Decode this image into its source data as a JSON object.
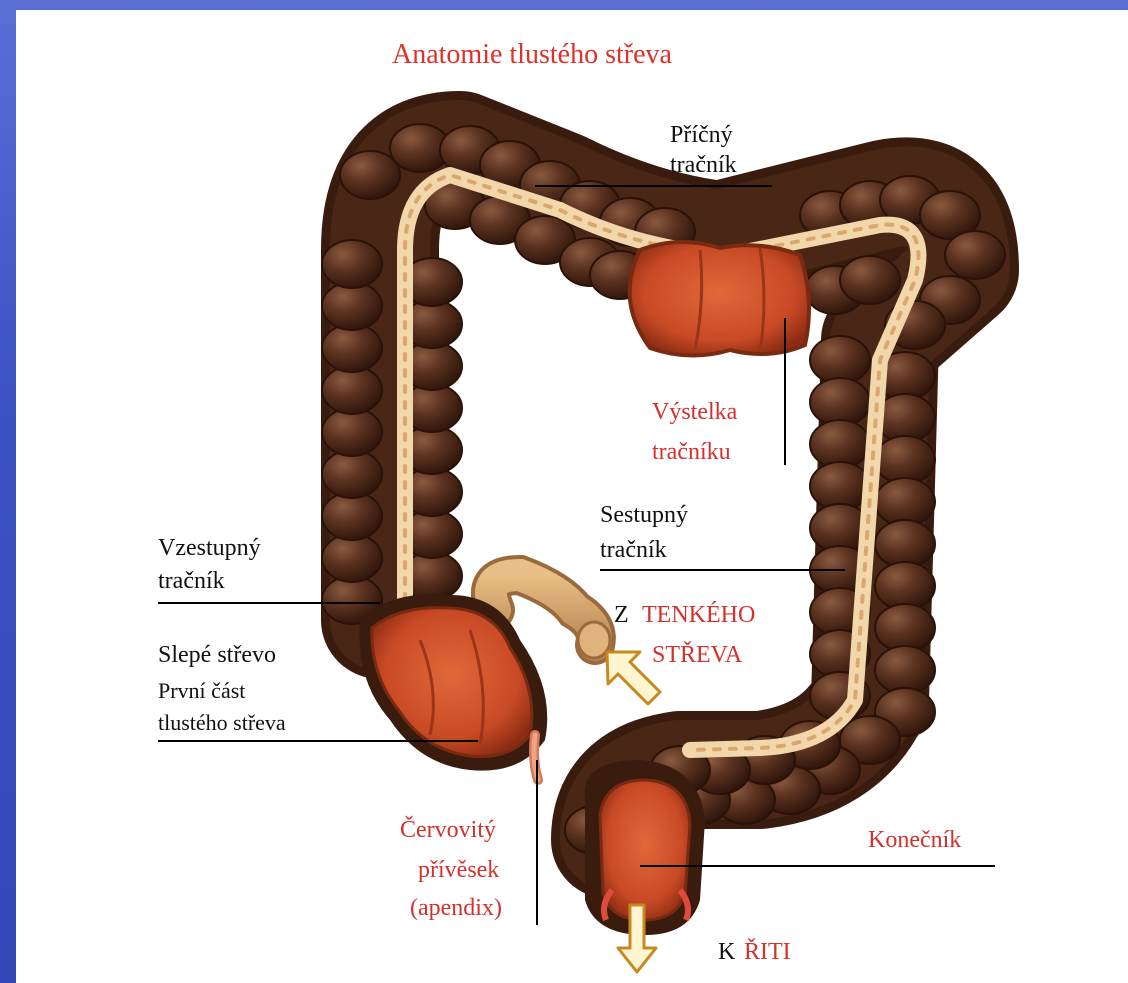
{
  "title": "Anatomie tlustého střeva",
  "labels": {
    "transverse_line1": "Příčný",
    "transverse_line2": "tračník",
    "lining_line1": "Výstelka",
    "lining_line2": "tračníku",
    "descending_line1": "Sestupný",
    "descending_line2": "tračník",
    "ascending_line1": "Vzestupný",
    "ascending_line2": "tračník",
    "cecum_line1": "Slepé střevo",
    "cecum_line2": "První část",
    "cecum_line3": "tlustého střeva",
    "small_intestine_prefix": "Z",
    "small_intestine_line1": "TENKÉHO",
    "small_intestine_line2": "STŘEVA",
    "appendix_line1": "Červovitý",
    "appendix_line2": "přívěsek",
    "appendix_line3": "(apendix)",
    "rectum": "Konečník",
    "anus_prefix": "K",
    "anus": "ŘITI"
  },
  "colors": {
    "colon_outer": "#4a2616",
    "colon_haustra": "#5b3220",
    "colon_highlight": "#8a5a40",
    "taenia": "#e8c99a",
    "lining": "#c84a26",
    "lining_dark": "#9c3418",
    "label_red": "#d4302c",
    "background": "#3d52c4"
  }
}
